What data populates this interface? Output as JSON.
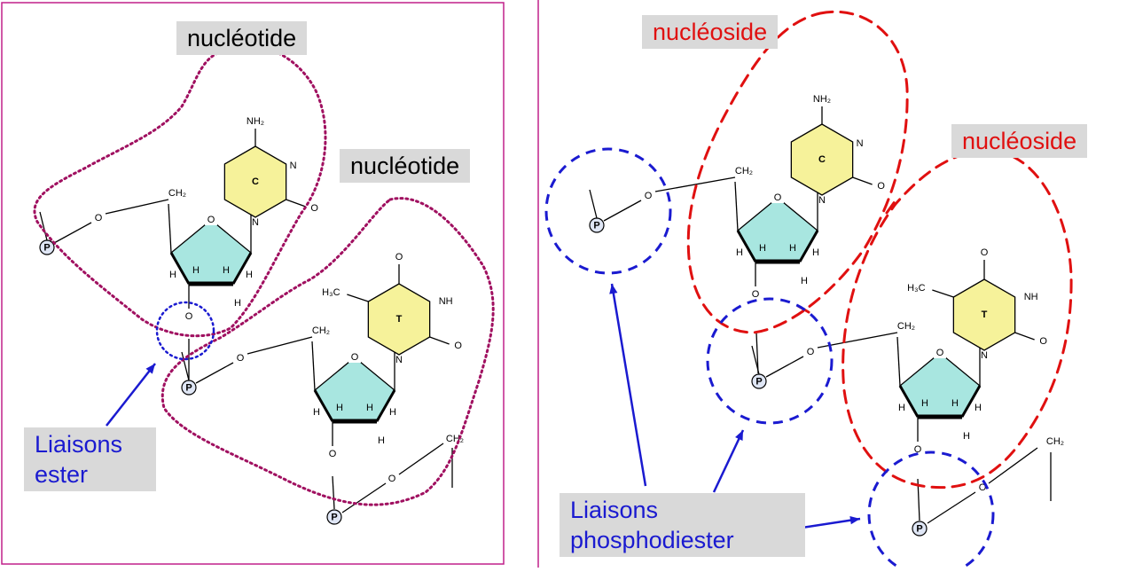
{
  "left_panel": {
    "label_nucleotide_1": "nucléotide",
    "label_nucleotide_2": "nucléotide",
    "label_bond": "Liaisons ester"
  },
  "right_panel": {
    "label_nucleoside_1": "nucléoside",
    "label_nucleoside_2": "nucléoside",
    "label_bond": "Liaisons phosphodiester"
  },
  "molecule": {
    "base_c": "C",
    "base_t": "T",
    "nh2": "NH₂",
    "ch3": "H₃C",
    "ch2": "CH₂",
    "nh": "NH",
    "n": "N",
    "o": "O",
    "h": "H",
    "p": "P"
  },
  "colors": {
    "panel_border": "#c0208a",
    "nucleotide_outline": "#a01060",
    "nucleoside_outline": "#e01010",
    "bond_circle": "#1a1ad0",
    "base_fill": "#f6f29a",
    "sugar_fill": "#a8e6e0"
  }
}
